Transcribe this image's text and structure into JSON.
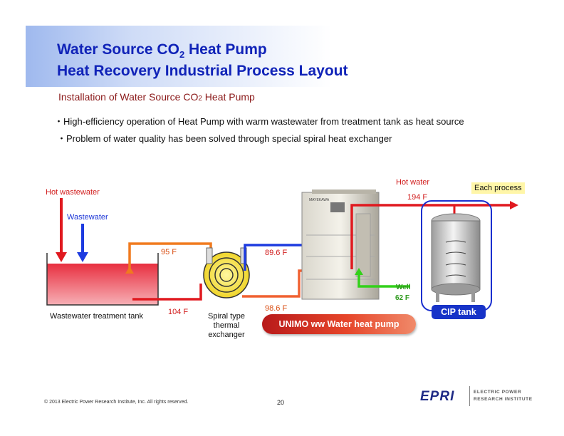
{
  "title": {
    "line1_main": "Water Source CO",
    "line1_sub": "2",
    "line1_rest": " Heat Pump",
    "line2": "Heat Recovery Industrial Process Layout"
  },
  "subtitle": {
    "main": "Installation of Water Source CO",
    "small": "2",
    "rest": " Heat Pump"
  },
  "bullets": [
    "・High-efficiency operation of Heat Pump with warm wastewater from treatment tank as heat source",
    "・Problem of water quality has been solved through special spiral heat exchanger"
  ],
  "diagram": {
    "hot_wastewater": "Hot wastewater",
    "wastewater": "Wastewater",
    "wastewater_tank": "Wastewater treatment tank",
    "temp_95": "95 F",
    "temp_104": "104 F",
    "spiral_label": [
      "Spiral type",
      "thermal",
      "exchanger"
    ],
    "temp_89_6": "89.6 F",
    "temp_98_6": "98.6 F",
    "heat_pump_label": "UNIMO ww Water heat pump",
    "hot_water": "Hot water",
    "temp_194": "194 F",
    "each_process": "Each process",
    "well": "Well",
    "temp_62": "62 F",
    "cip_tank": "CIP tank",
    "colors": {
      "hot": "#e0191f",
      "cold": "#1d3be0",
      "warm": "#f07a1e",
      "well": "#33d11a",
      "tank_outline": "#1a2fcf"
    }
  },
  "footer": {
    "copyright": "© 2013 Electric Power Research Institute, Inc. All rights reserved.",
    "page": "20",
    "logo": "EPRI",
    "logo_line1": "ELECTRIC POWER",
    "logo_line2": "RESEARCH INSTITUTE"
  }
}
